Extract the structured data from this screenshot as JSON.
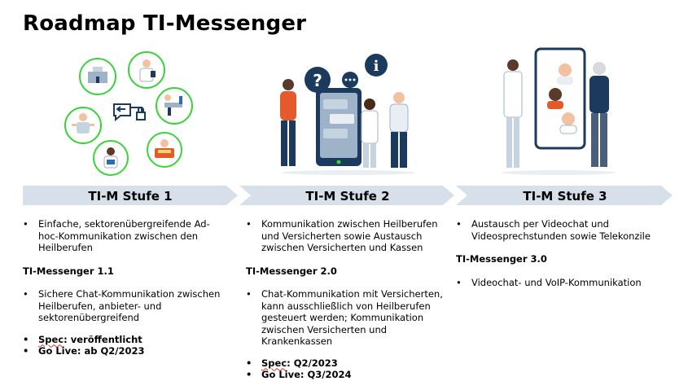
{
  "title": "Roadmap TI-Messenger",
  "stages": [
    {
      "label": "TI-M Stufe 1",
      "intro": "Einfache, sektorenübergreifende Ad-hoc-Kommunikation zwischen den Heilberufen",
      "version": "TI-Messenger 1.1",
      "feature": "Sichere Chat-Kommunikation zwischen Heilberufen, anbieter- und sektorenübergreifend",
      "spec_key": "Spec",
      "spec_value": ": veröffentlicht",
      "golive": "Go Live: ab Q2/2023"
    },
    {
      "label": "TI-M Stufe 2",
      "intro": "Kommunikation zwischen Heilberufen und Versicherten sowie Austausch zwischen Versicherten und Kassen",
      "version": "TI-Messenger 2.0",
      "feature": "Chat-Kommunikation mit Versicherten, kann ausschließlich von Heilberufen gesteuert werden; Kommunikation zwischen Versicherten und Krankenkassen",
      "spec_key": "Spec",
      "spec_value": ": Q2/2023",
      "golive": "Go Live: Q3/2024"
    },
    {
      "label": "TI-M Stufe  3",
      "intro": "Austausch per Videochat und Videosprechstunden sowie Telekonzile",
      "version": "TI-Messenger 3.0",
      "feature": "Videochat- und VoIP-Kommunikation"
    }
  ],
  "colors": {
    "arrow": "#d7dfe9",
    "circle_ring": "#3cd23c",
    "navy": "#1c3a5e",
    "orange": "#e55a2b",
    "skin": "#f2c1a0"
  },
  "icons": [
    "hospital-icon",
    "chat-lock-icon",
    "dentist-icon",
    "video-call-icon"
  ]
}
